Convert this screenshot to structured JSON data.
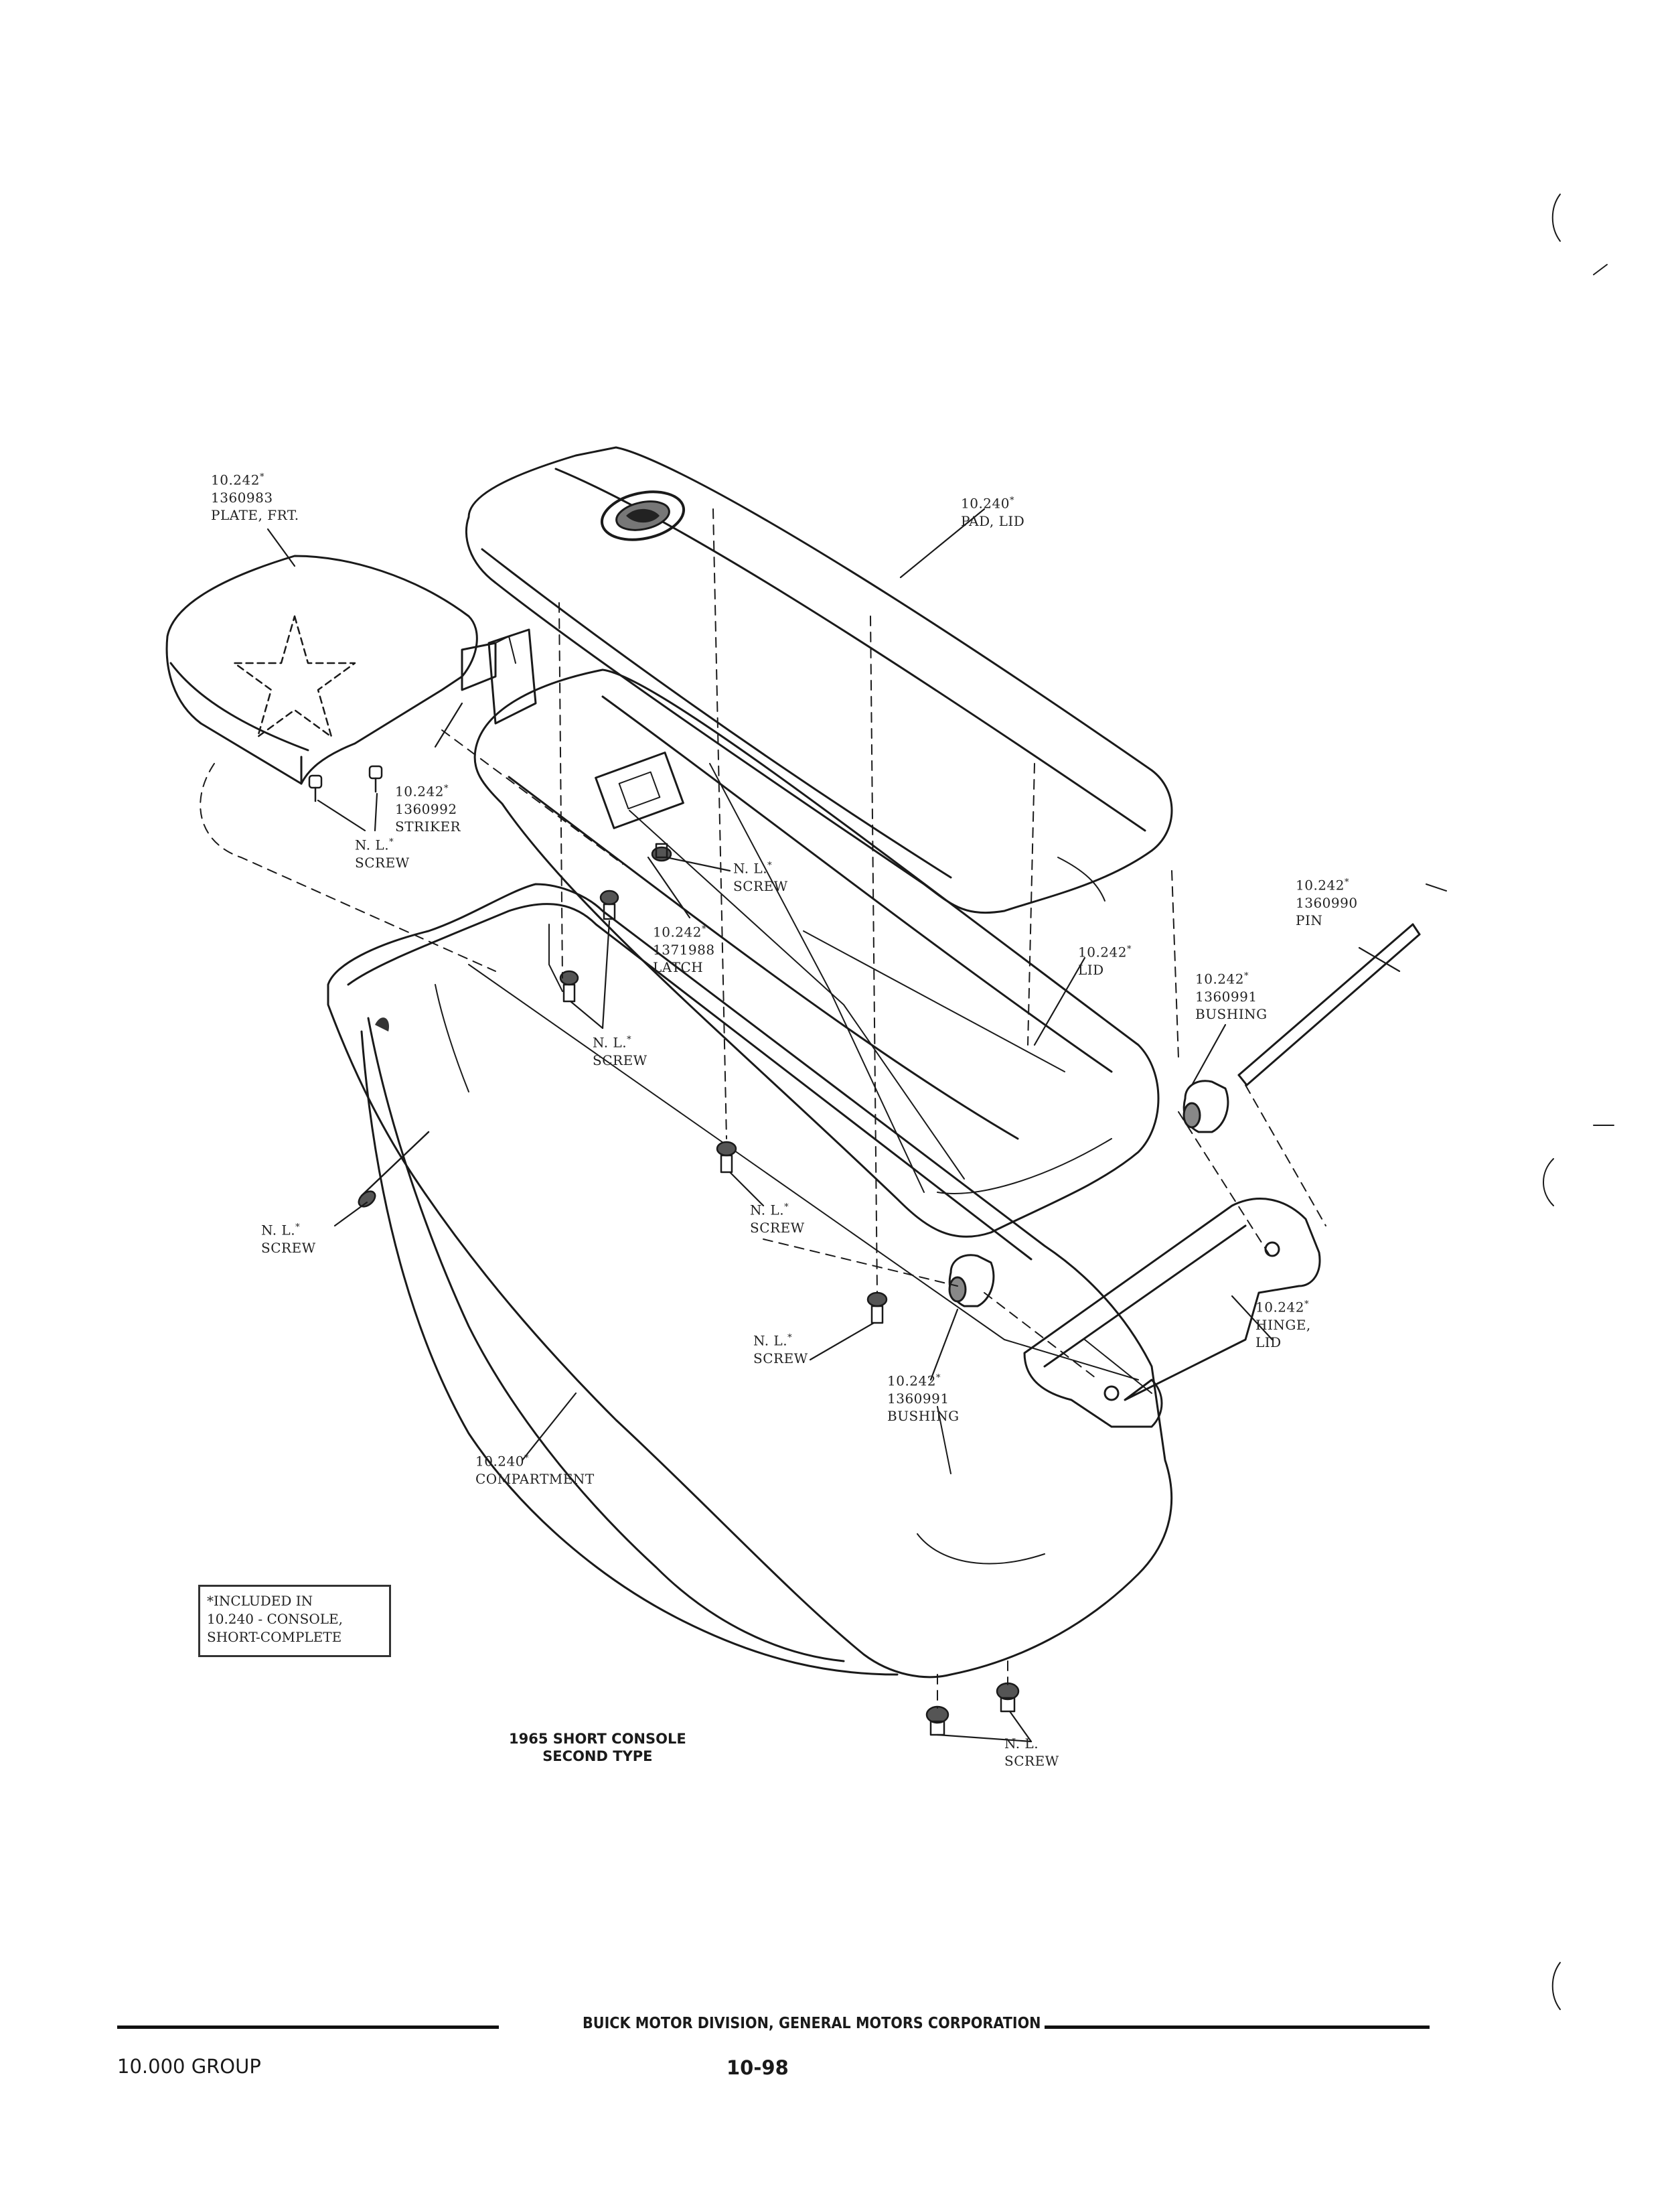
{
  "labels": {
    "plate_frt": [
      "10.242*",
      "1360983",
      "PLATE, FRT."
    ],
    "pad_lid": [
      "10.240*",
      "PAD, LID"
    ],
    "striker": [
      "10.242*",
      "1360992",
      "STRIKER"
    ],
    "screw_1": [
      "N. L.*",
      "SCREW"
    ],
    "screw_2": [
      "N. L.*",
      "SCREW"
    ],
    "latch": [
      "10.242*",
      "1371988",
      "LATCH"
    ],
    "screw_3": [
      "N. L.*",
      "SCREW"
    ],
    "pin": [
      "10.242*",
      "1360990",
      "PIN"
    ],
    "lid": [
      "10.242*",
      "LID"
    ],
    "bushing_1": [
      "10.242*",
      "1360991",
      "BUSHING"
    ],
    "screw_4": [
      "N. L.*",
      "SCREW"
    ],
    "screw_5": [
      "N. L.*",
      "SCREW"
    ],
    "screw_6": [
      "N. L.*",
      "SCREW"
    ],
    "bushing_2": [
      "10.242*",
      "1360991",
      "BUSHING"
    ],
    "hinge_lid": [
      "10.242*",
      "HINGE,",
      "LID"
    ],
    "compartment": [
      "10.240*",
      "COMPARTMENT"
    ],
    "screw_7": [
      "N. L.",
      "SCREW"
    ]
  },
  "note": [
    "*INCLUDED IN",
    "10.240 - CONSOLE,",
    "SHORT-COMPLETE"
  ],
  "caption": [
    "1965 SHORT CONSOLE",
    "SECOND TYPE"
  ],
  "footer": {
    "company": "BUICK MOTOR DIVISION, GENERAL MOTORS CORPORATION",
    "group": "10.000 GROUP",
    "page": "10-98"
  },
  "icons": [
    "star-emblem-icon",
    "round-emblem-icon"
  ]
}
